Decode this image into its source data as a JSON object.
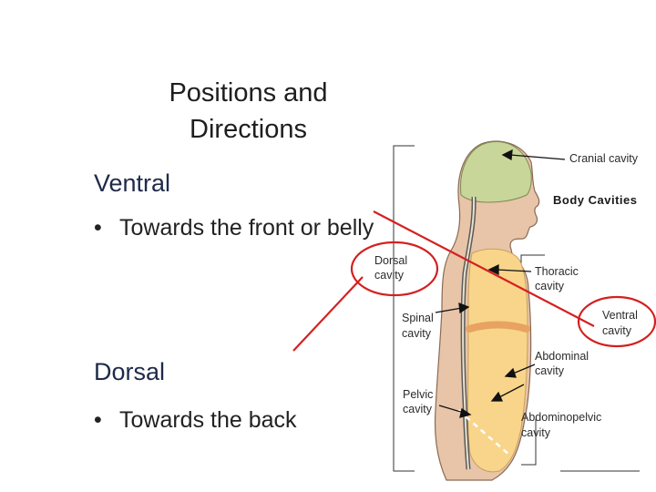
{
  "slide": {
    "title": "Positions and Directions",
    "terms": [
      {
        "heading": "Ventral",
        "bullet": "•",
        "description": "Towards the front or belly"
      },
      {
        "heading": "Dorsal",
        "bullet": "•",
        "description": "Towards the back"
      }
    ]
  },
  "figure": {
    "header": "Body Cavities",
    "labels": {
      "cranial": "Cranial cavity",
      "dorsal_1": "Dorsal",
      "dorsal_2": "cavity",
      "thoracic_1": "Thoracic",
      "thoracic_2": "cavity",
      "ventral_1": "Ventral",
      "ventral_2": "cavity",
      "spinal_1": "Spinal",
      "spinal_2": "cavity",
      "abdominal_1": "Abdominal",
      "abdominal_2": "cavity",
      "pelvic_1": "Pelvic",
      "pelvic_2": "cavity",
      "abdominopelvic_1": "Abdominopelvic",
      "abdominopelvic_2": "cavity"
    }
  },
  "colors": {
    "annotation": "#d42020",
    "skin": "#e8c4a8",
    "cranial": "#c9d69a",
    "ventral_cavity": "#f8d58a",
    "diaphragm": "#e8a262"
  }
}
